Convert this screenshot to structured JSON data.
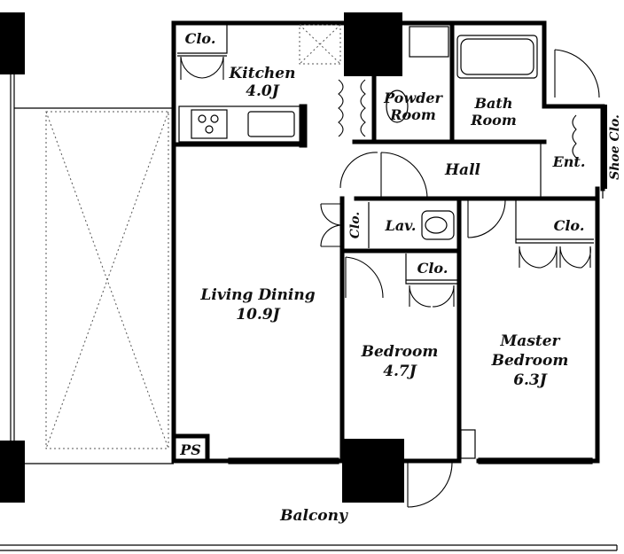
{
  "rooms": {
    "closet_kitchen": "Clo.",
    "kitchen_name": "Kitchen",
    "kitchen_size": "4.0J",
    "powder_1": "Powder",
    "powder_2": "Room",
    "bath_1": "Bath",
    "bath_2": "Room",
    "hall": "Hall",
    "entrance": "Ent.",
    "shoe_closet": "Shoe Clo.",
    "closet_lav": "Clo.",
    "lavatory": "Lav.",
    "closet_master": "Clo.",
    "closet_bedroom": "Clo.",
    "living_1": "Living Dining",
    "living_2": "10.9J",
    "bedroom_1": "Bedroom",
    "bedroom_2": "4.7J",
    "master_1": "Master",
    "master_2": "Bedroom",
    "master_3": "6.3J",
    "ps": "PS",
    "balcony": "Balcony"
  }
}
